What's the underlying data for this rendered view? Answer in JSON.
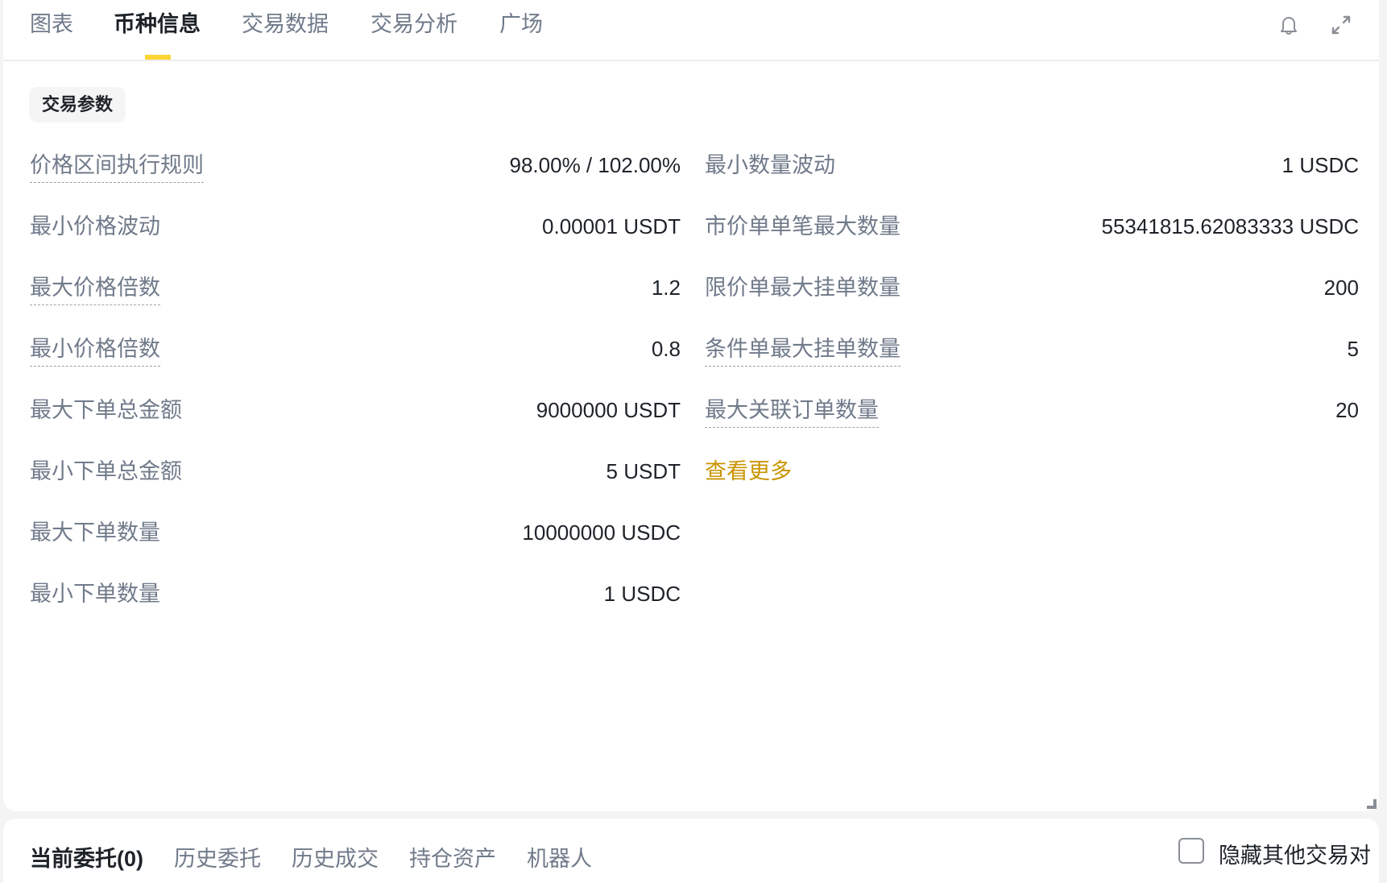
{
  "tabs": [
    {
      "label": "图表",
      "active": false
    },
    {
      "label": "币种信息",
      "active": true
    },
    {
      "label": "交易数据",
      "active": false
    },
    {
      "label": "交易分析",
      "active": false
    },
    {
      "label": "广场",
      "active": false
    }
  ],
  "toolbar": {
    "bell_icon": "bell-icon",
    "expand_icon": "expand-icon"
  },
  "section_badge": "交易参数",
  "colors": {
    "accent": "#FCD535",
    "link": "#C99400",
    "label": "#707A8A",
    "value": "#1E2329"
  },
  "left_params": [
    {
      "label": "价格区间执行规则",
      "value": "98.00% / 102.00%",
      "tooltip": true
    },
    {
      "label": "最小价格波动",
      "value": "0.00001 USDT",
      "tooltip": false
    },
    {
      "label": "最大价格倍数",
      "value": "1.2",
      "tooltip": true
    },
    {
      "label": "最小价格倍数",
      "value": "0.8",
      "tooltip": true
    },
    {
      "label": "最大下单总金额",
      "value": "9000000 USDT",
      "tooltip": false
    },
    {
      "label": "最小下单总金额",
      "value": "5 USDT",
      "tooltip": false
    },
    {
      "label": "最大下单数量",
      "value": "10000000 USDC",
      "tooltip": false
    },
    {
      "label": "最小下单数量",
      "value": "1 USDC",
      "tooltip": false
    }
  ],
  "right_params": [
    {
      "label": "最小数量波动",
      "value": "1 USDC",
      "tooltip": false
    },
    {
      "label": "市价单单笔最大数量",
      "value": "55341815.62083333 USDC",
      "tooltip": false
    },
    {
      "label": "限价单最大挂单数量",
      "value": "200",
      "tooltip": false
    },
    {
      "label": "条件单最大挂单数量",
      "value": "5",
      "tooltip": true
    },
    {
      "label": "最大关联订单数量",
      "value": "20",
      "tooltip": true
    }
  ],
  "view_more": "查看更多",
  "bottom_panel": {
    "tabs": [
      {
        "label": "当前委托(0)",
        "active": true
      },
      {
        "label": "历史委托",
        "active": false
      },
      {
        "label": "历史成交",
        "active": false
      },
      {
        "label": "持仓资产",
        "active": false
      },
      {
        "label": "机器人",
        "active": false
      }
    ],
    "hide_other_pairs_label": "隐藏其他交易对",
    "hide_other_pairs_checked": false
  }
}
